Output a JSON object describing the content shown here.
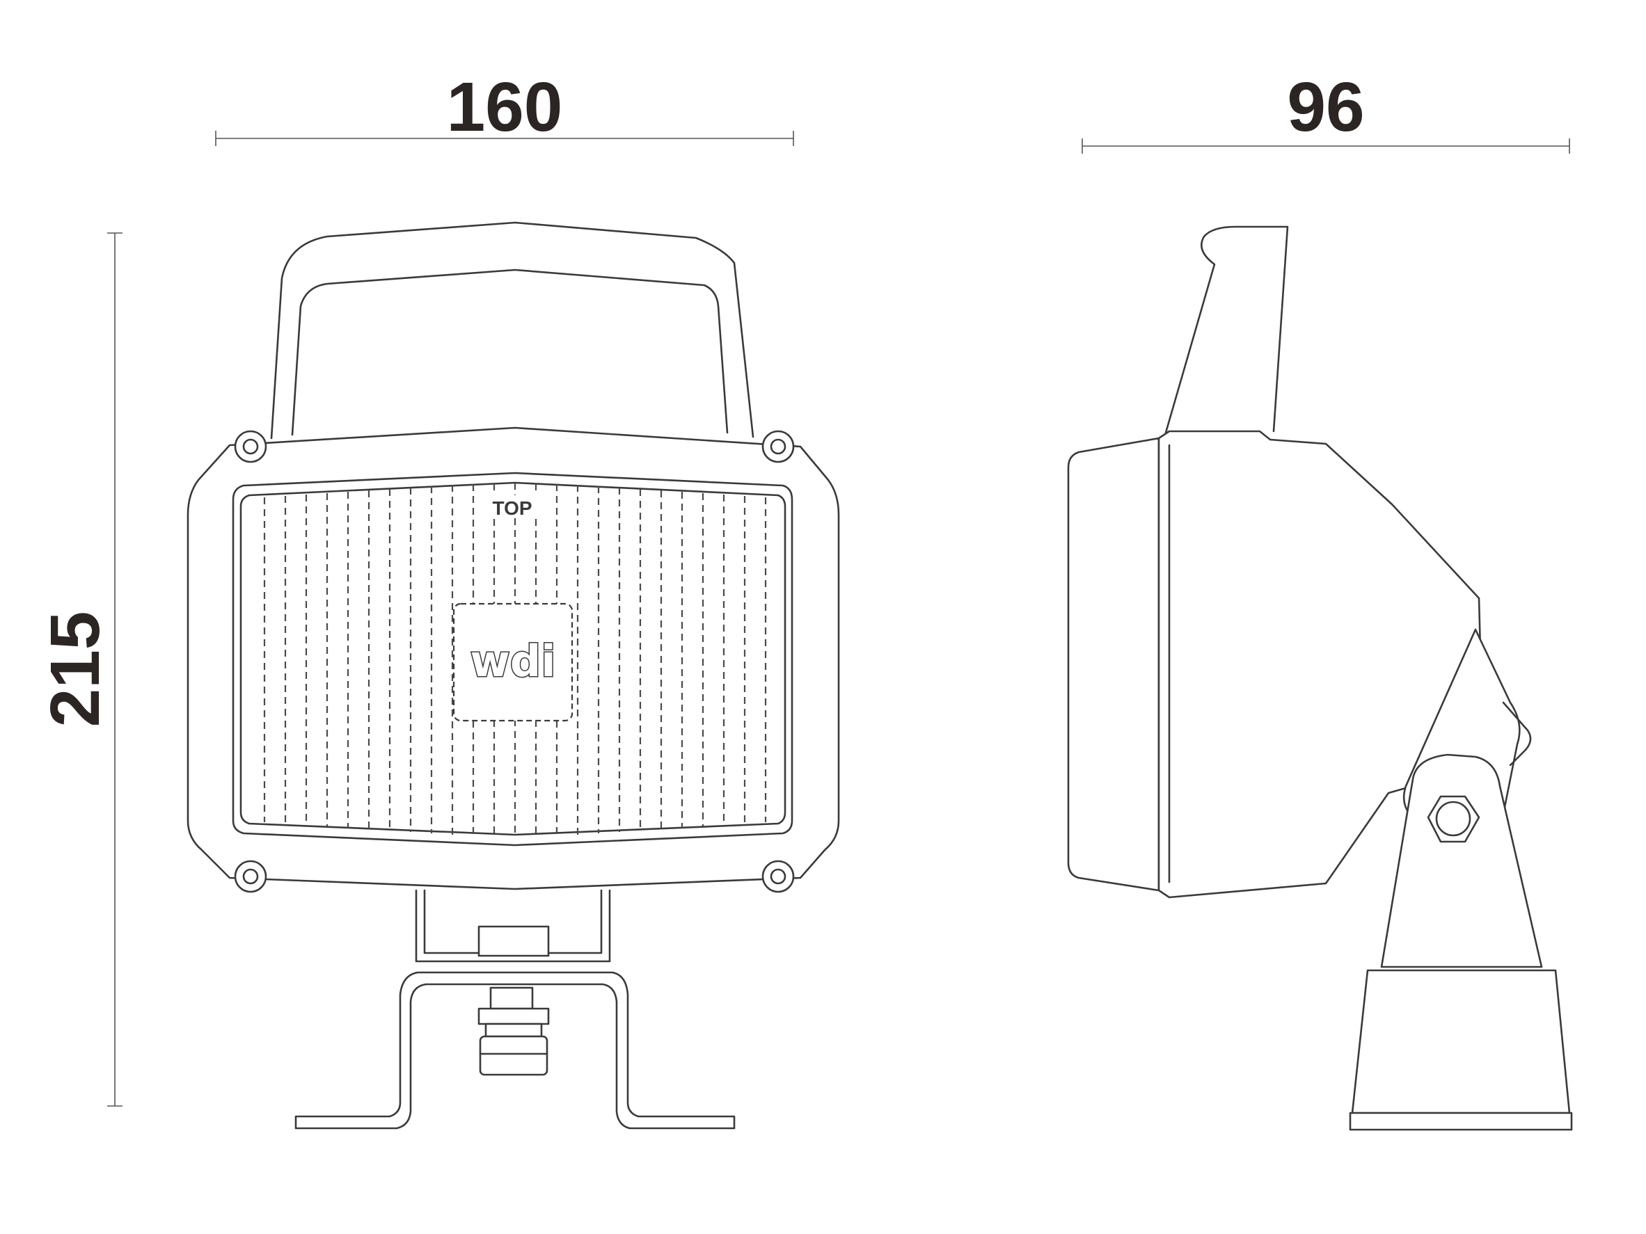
{
  "dimensions": {
    "width_label": "160",
    "depth_label": "96",
    "height_label": "215"
  },
  "lens": {
    "top_mark": "TOP",
    "logo": "wdi"
  },
  "colors": {
    "line": "#3a3a3a",
    "text": "#2b2523",
    "background": "#ffffff"
  }
}
